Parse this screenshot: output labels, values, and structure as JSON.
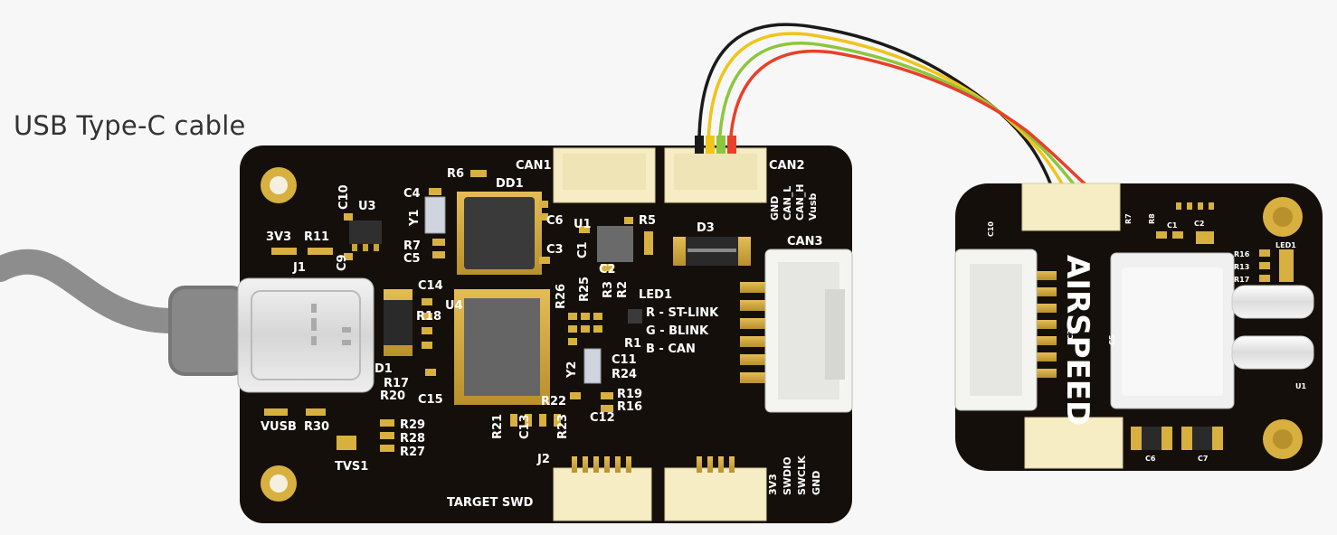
{
  "caption": "USB Type-C cable",
  "colors": {
    "pcb": "#140f0b",
    "silkscreen": "#ffffff",
    "gold": "#c9a23a",
    "connector": "#f6edc4",
    "cable_gray": "#8a8a8a",
    "wire_black": "#1a1a1a",
    "wire_yellow": "#f0c419",
    "wire_green": "#8cc63f",
    "wire_red": "#e8402a"
  },
  "main_board": {
    "labels": {
      "can1": "CAN1",
      "can2": "CAN2",
      "can3": "CAN3",
      "can2_pins": [
        "GND",
        "CAN_L",
        "CAN_H",
        "Vusb"
      ],
      "dd1": "DD1",
      "r6": "R6",
      "c4": "C4",
      "c10": "C10",
      "u3": "U3",
      "y1": "Y1",
      "c6": "C6",
      "u1": "U1",
      "r5": "R5",
      "d3": "D3",
      "c3": "C3",
      "c1": "C1",
      "c2": "C2",
      "r7": "R7",
      "c5": "C5",
      "v3v3": "3V3",
      "r11": "R11",
      "c9": "C9",
      "j1": "J1",
      "c14": "C14",
      "u4": "U4",
      "r18": "R18",
      "r26": "R26",
      "r25": "R25",
      "r3": "R3",
      "r2": "R2",
      "led1": "LED1",
      "r1": "R1",
      "led_r": "R - ST-LINK",
      "led_g": "G - BLINK",
      "led_b": "B - CAN",
      "d1": "D1",
      "r17": "R17",
      "r20": "R20",
      "c15": "C15",
      "y2": "Y2",
      "c11": "C11",
      "r24": "R24",
      "r19": "R19",
      "r16": "R16",
      "r22": "R22",
      "c12": "C12",
      "r21": "R21",
      "c13": "C13",
      "r23": "R23",
      "vusb": "VUSB",
      "r30": "R30",
      "r29": "R29",
      "r28": "R28",
      "r27": "R27",
      "tvs1": "TVS1",
      "j2": "J2",
      "target_swd": "TARGET SWD",
      "swd_pins": [
        "3V3",
        "SWDIO",
        "SWCLK",
        "GND"
      ]
    }
  },
  "airspeed_board": {
    "labels": {
      "airspeed": "AIRSPEED",
      "c10": "C10",
      "r7": "R7",
      "r8": "R8",
      "c1": "C1",
      "c2": "C2",
      "r16": "R16",
      "r13": "R13",
      "r17": "R17",
      "led1": "LED1",
      "c3": "C3",
      "c5": "C5",
      "u1": "U1",
      "c6": "C6",
      "c7": "C7"
    }
  }
}
